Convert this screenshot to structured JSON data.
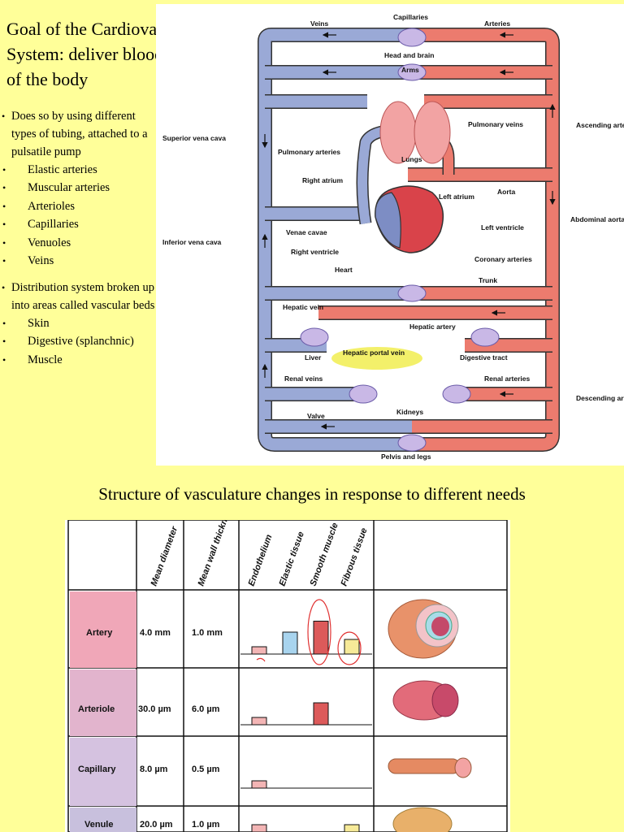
{
  "slide": {
    "title": "Goal of the Cardiovascular System:  deliver blood to all parts of the body",
    "bullet1": "Does so by using different types of tubing, attached to a pulsatile pump",
    "tubing_types": [
      "Elastic arteries",
      "Muscular arteries",
      "Arterioles",
      "Capillaries",
      "Venuoles",
      "Veins"
    ],
    "bullet2": "Distribution system broken up into areas called vascular beds",
    "vascular_beds": [
      "Skin",
      "Digestive (splanchnic)",
      "Muscle"
    ]
  },
  "diagram": {
    "labels": {
      "veins": "Veins",
      "capillaries": "Capillaries",
      "arteries": "Arteries",
      "head_brain": "Head and brain",
      "arms": "Arms",
      "pulmonary_veins": "Pulmonary veins",
      "ascending_arteries": "Ascending arteries",
      "superior_vena_cava": "Superior vena cava",
      "pulmonary_arteries": "Pulmonary arteries",
      "lungs": "Lungs",
      "right_atrium": "Right atrium",
      "left_atrium": "Left atrium",
      "aorta": "Aorta",
      "abdominal_aorta": "Abdominal aorta",
      "venae_cavae": "Venae cavae",
      "left_ventricle": "Left ventricle",
      "inferior_vena_cava": "Inferior vena cava",
      "right_ventricle": "Right ventricle",
      "coronary_arteries": "Coronary arteries",
      "heart": "Heart",
      "trunk": "Trunk",
      "hepatic_vein": "Hepatic vein",
      "hepatic_artery": "Hepatic artery",
      "liver": "Liver",
      "hepatic_portal_vein": "Hepatic portal vein",
      "digestive_tract": "Digestive tract",
      "renal_veins": "Renal veins",
      "renal_arteries": "Renal arteries",
      "descending_arteries": "Descending arteries",
      "kidneys": "Kidneys",
      "valve": "Valve",
      "pelvis_legs": "Pelvis and legs"
    },
    "colors": {
      "venous": "#9aa9d6",
      "arterial": "#ec7b6e",
      "highlight": "#f2ee5a"
    }
  },
  "table": {
    "title": "Structure of vasculature changes in response to different needs",
    "headers": [
      "Mean diameter",
      "Mean wall thickness",
      "Endothelium",
      "Elastic tissue",
      "Smooth muscle",
      "Fibrous tissue"
    ],
    "rows": [
      {
        "vessel": "Artery",
        "diameter": "4.0 mm",
        "wall": "1.0 mm",
        "tissue": [
          1,
          3,
          4.5,
          2
        ]
      },
      {
        "vessel": "Arteriole",
        "diameter": "30.0 µm",
        "wall": "6.0 µm",
        "tissue": [
          1,
          0,
          3,
          0
        ]
      },
      {
        "vessel": "Capillary",
        "diameter": "8.0 µm",
        "wall": "0.5 µm",
        "tissue": [
          1,
          0,
          0,
          0
        ]
      },
      {
        "vessel": "Venule",
        "diameter": "20.0 µm",
        "wall": "1.0 µm",
        "tissue": [
          1,
          0,
          0,
          1
        ]
      }
    ],
    "colors": {
      "endothelium": "#f3b5b5",
      "elastic": "#a8d4ee",
      "muscle": "#dc5a5a",
      "fibrous": "#f6ea98"
    }
  }
}
